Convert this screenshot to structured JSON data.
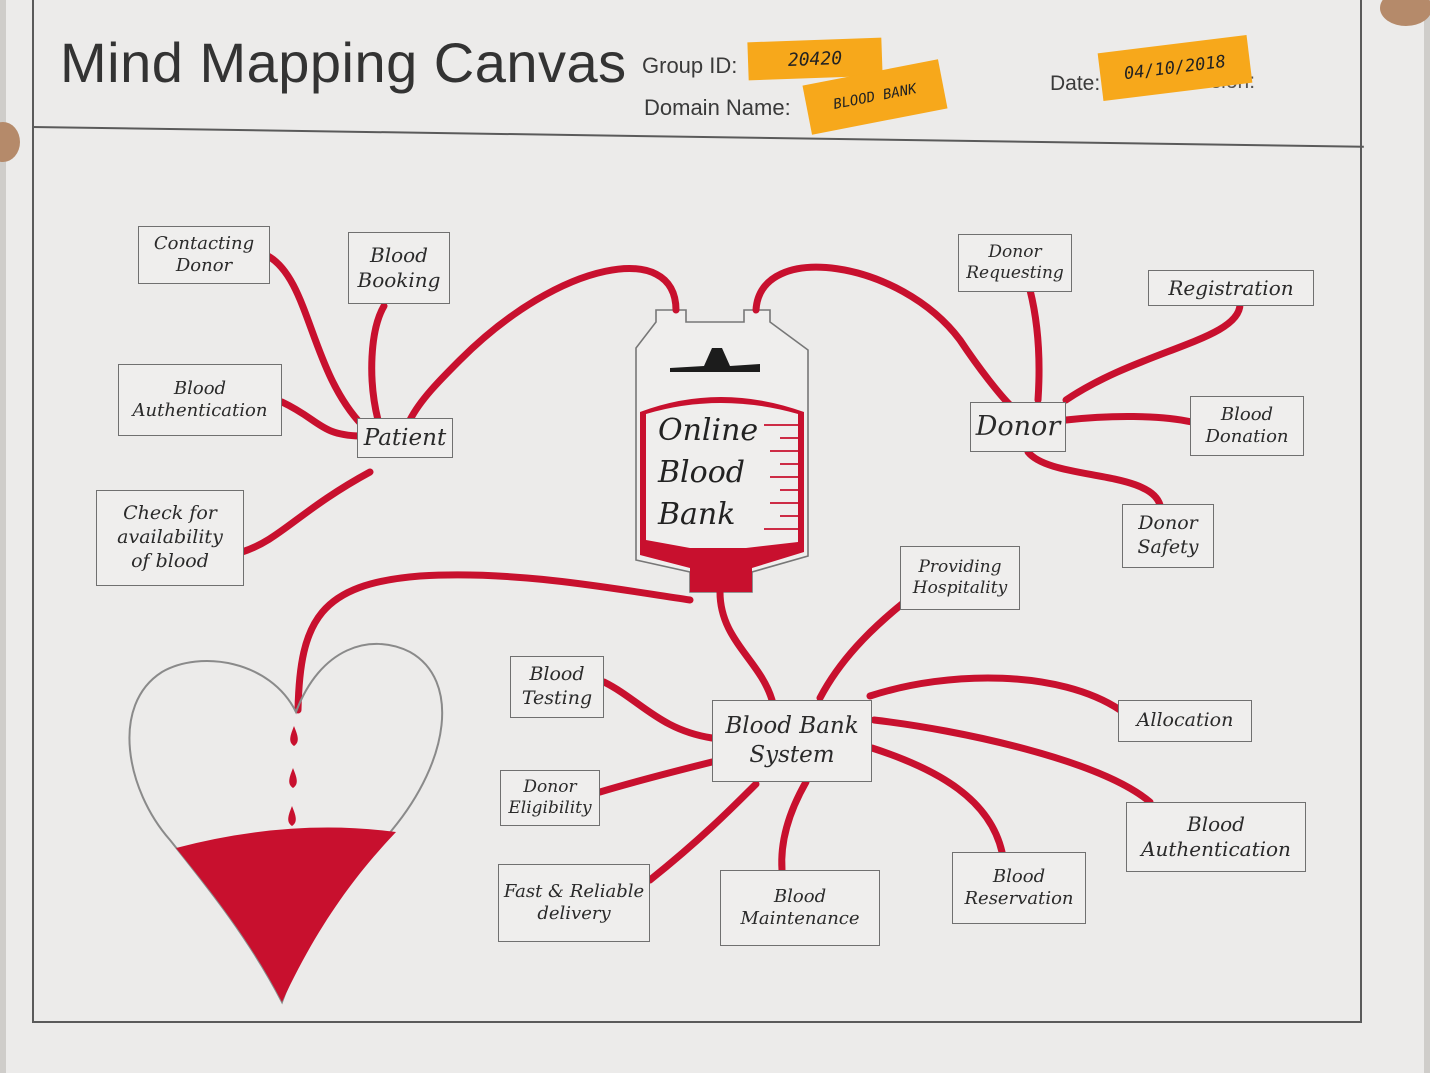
{
  "header": {
    "title": "Mind Mapping Canvas",
    "group_id_label": "Group ID:",
    "group_id": "20420",
    "domain_name_label": "Domain Name:",
    "domain_name": "BLOOD BANK",
    "date_label": "Date:",
    "date": "04/10/2018",
    "version_label_partial": "ersion:"
  },
  "colors": {
    "blood": "#c8102e",
    "sticky_note": "#f7a81b",
    "paper": "#ecebea",
    "outline": "#707070"
  },
  "center": {
    "label": "Online\nBlood\nBank",
    "shape": "blood-bag-icon"
  },
  "hubs": {
    "patient": "Patient",
    "donor": "Donor",
    "system": "Blood Bank\nSystem"
  },
  "patient_branches": {
    "contacting_donor": "Contacting\nDonor",
    "blood_booking": "Blood\nBooking",
    "blood_authentication": "Blood\nAuthentication",
    "check_availability": "Check for\navailability\nof blood"
  },
  "donor_branches": {
    "donor_requesting": "Donor\nRequesting",
    "registration": "Registration",
    "blood_donation": "Blood\nDonation",
    "donor_safety": "Donor\nSafety"
  },
  "system_branches": {
    "providing_hospitality": "Providing\nHospitality",
    "blood_testing": "Blood\nTesting",
    "donor_eligibility": "Donor\nEligibility",
    "fast_delivery": "Fast & Reliable\ndelivery",
    "blood_maintenance": "Blood\nMaintenance",
    "blood_reservation": "Blood\nReservation",
    "blood_authentication": "Blood\nAuthentication",
    "allocation": "Allocation"
  },
  "decoration": {
    "heart": "heart-icon",
    "drops": "blood-drop-icon"
  }
}
